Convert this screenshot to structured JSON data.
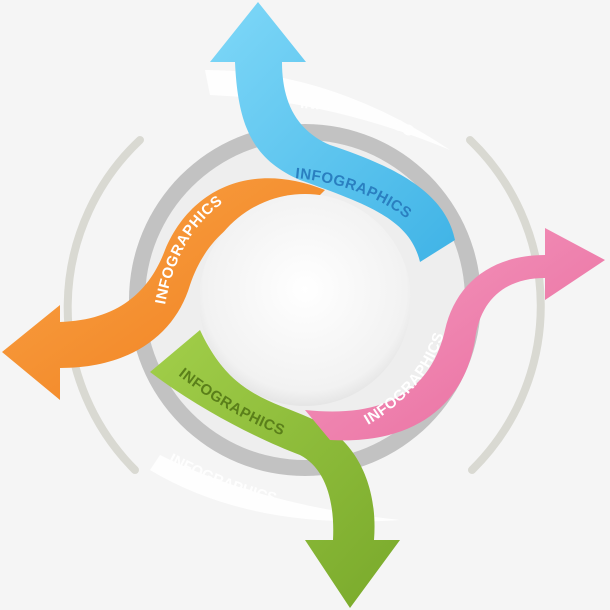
{
  "labels": {
    "blue": "INFOGRAPHICS",
    "orange": "INFOGRAPHICS",
    "pink": "INFOGRAPHICS",
    "green": "INFOGRAPHICS",
    "ghost_top": "INFOGRAPHICS",
    "ghost_bottom": "INFOGRAPHICS"
  },
  "colors": {
    "blue": "#5cc8f0",
    "orange": "#f7902e",
    "pink": "#f07fae",
    "green": "#8fbf3a",
    "ring": "#c9c9c9",
    "arc": "#d8d8d0"
  }
}
